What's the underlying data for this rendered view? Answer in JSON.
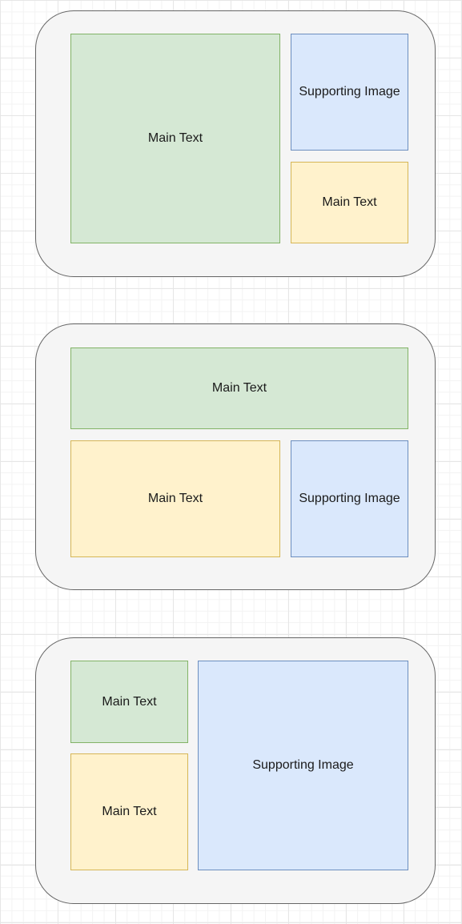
{
  "panels": [
    {
      "boxes": [
        {
          "label": "Main Text",
          "color": "#d5e8d4"
        },
        {
          "label": "Supporting Image",
          "color": "#dae8fc"
        },
        {
          "label": "Main Text",
          "color": "#fff2cc"
        }
      ]
    },
    {
      "boxes": [
        {
          "label": "Main Text",
          "color": "#d5e8d4"
        },
        {
          "label": "Main Text",
          "color": "#fff2cc"
        },
        {
          "label": "Supporting Image",
          "color": "#dae8fc"
        }
      ]
    },
    {
      "boxes": [
        {
          "label": "Main Text",
          "color": "#d5e8d4"
        },
        {
          "label": "Main Text",
          "color": "#fff2cc"
        },
        {
          "label": "Supporting Image",
          "color": "#dae8fc"
        }
      ]
    }
  ],
  "colors": {
    "panel_fill": "#f5f5f5",
    "panel_stroke": "#666666",
    "green_stroke": "#82b366",
    "blue_stroke": "#6c8ebf",
    "yellow_stroke": "#d6b656"
  }
}
